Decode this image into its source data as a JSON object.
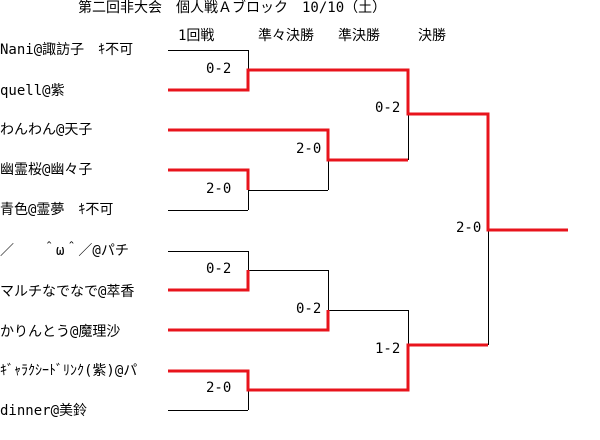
{
  "title": "第二回非大会　個人戦Ａブロック　10/10（土）",
  "rounds": [
    "1回戦",
    "準々決勝",
    "準決勝",
    "決勝"
  ],
  "players": [
    "Nani@諏訪子　ｷ不可",
    "quell@紫",
    "わんわん@天子",
    "幽霊桜@幽々子",
    "青色@霊夢　ｷ不可",
    "／　　＾ω＾／@パチ",
    "マルチなでなで@萃香",
    "かりんとう@魔理沙",
    "ｷﾞｬﾗｸｼｰﾄﾞﾘﾝｸ(紫)@パ",
    "dinner@美鈴"
  ],
  "matches": [
    {
      "id": "r1a",
      "score": "0-2",
      "winner": "quell@紫"
    },
    {
      "id": "r1b",
      "score": "2-0",
      "winner": "幽霊桜@幽々子"
    },
    {
      "id": "r1c",
      "score": "0-2",
      "winner": "マルチなでなで@萃香"
    },
    {
      "id": "r1d",
      "score": "2-0",
      "winner": "ｷﾞｬﾗｸｼｰﾄﾞﾘﾝｸ(紫)@パ"
    },
    {
      "id": "qf1",
      "score": "2-0",
      "winner": "わんわん@天子"
    },
    {
      "id": "qf2",
      "score": "0-2",
      "winner": "かりんとう@魔理沙"
    },
    {
      "id": "sf1",
      "score": "0-2",
      "winner": "quell@紫"
    },
    {
      "id": "sf2",
      "score": "1-2",
      "winner": "ｷﾞｬﾗｸｼｰﾄﾞﾘﾝｸ(紫)@パ"
    },
    {
      "id": "final",
      "score": "2-0",
      "winner": "quell@紫"
    }
  ],
  "colors": {
    "line": "#000000",
    "win_line": "#e8141c",
    "background": "#ffffff"
  }
}
